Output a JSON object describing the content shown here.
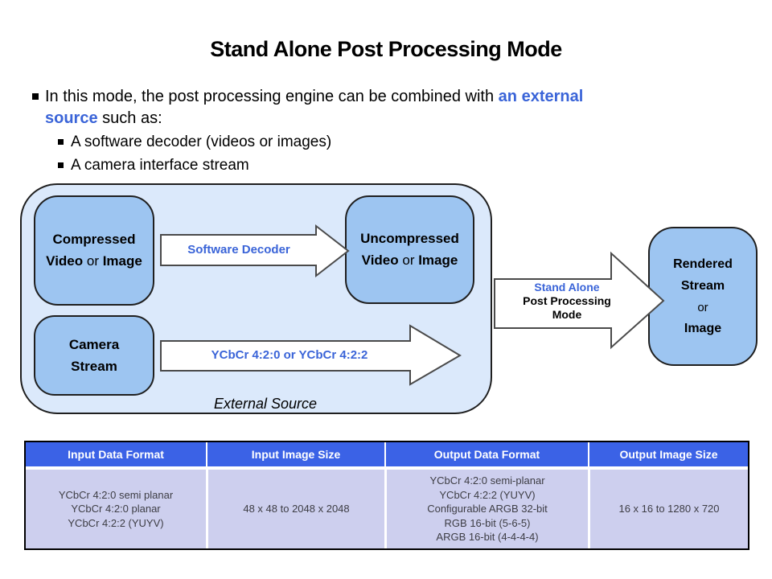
{
  "title": "Stand Alone Post Processing Mode",
  "colors": {
    "accent_blue_text": "#3A64D8",
    "table_header_blue": "#3B62E6",
    "table_body_lavender": "#CDCFEE",
    "box_fill_blue": "#9DC5F1",
    "container_fill_blue": "#DBE9FB",
    "arrow_fill": "#FFFFFF"
  },
  "intro": {
    "line1_black": "In this mode, the post processing engine can be combined with ",
    "line1_blue": "an external",
    "line2_blue": "source",
    "line2_black": " such as:",
    "sub_bullets": [
      "A software decoder (videos or images)",
      "A camera interface stream"
    ]
  },
  "diagram": {
    "external_source_label": "External Source",
    "boxes": {
      "compressed": {
        "line1": "Compressed",
        "line2a": "Video",
        "line2b": " or ",
        "line2c": "Image"
      },
      "uncompressed": {
        "line1": "Uncompressed",
        "line2a": "Video",
        "line2b": " or ",
        "line2c": "Image"
      },
      "camera": {
        "line1": "Camera",
        "line2": "Stream"
      },
      "rendered": {
        "line1": "Rendered",
        "line2": "Stream",
        "line3": "or",
        "line4": "Image"
      }
    },
    "arrows": {
      "software_decoder": {
        "label": "Software Decoder"
      },
      "ycbcr": {
        "label": "YCbCr 4:2:0 or YCbCr 4:2:2"
      },
      "standalone": {
        "label_line1": "Stand Alone",
        "label_line2": "Post Processing",
        "label_line3": "Mode"
      }
    }
  },
  "table": {
    "headers": [
      "Input Data Format",
      "Input Image Size",
      "Output Data Format",
      "Output Image Size"
    ],
    "body": {
      "input_data_format": [
        "YCbCr 4:2:0 semi planar",
        "YCbCr 4:2:0 planar",
        "YCbCr 4:2:2 (YUYV)"
      ],
      "input_image_size": [
        "48 x 48 to 2048 x 2048"
      ],
      "output_data_format": [
        "YCbCr 4:2:0 semi-planar",
        "YCbCr 4:2:2 (YUYV)",
        "Configurable ARGB 32-bit",
        "RGB 16-bit (5-6-5)",
        "ARGB 16-bit (4-4-4-4)"
      ],
      "output_image_size": [
        "16 x 16 to 1280 x 720"
      ]
    }
  }
}
